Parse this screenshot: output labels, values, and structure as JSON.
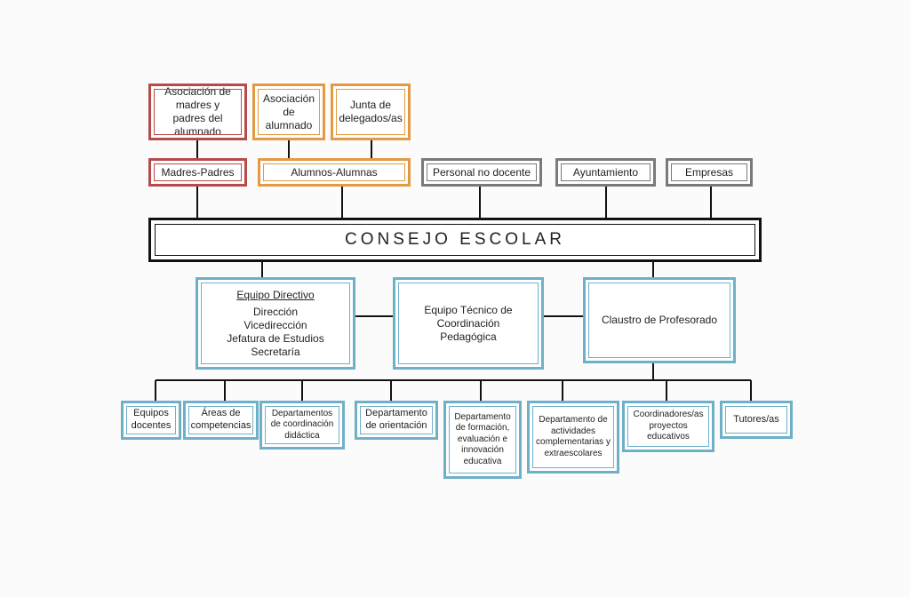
{
  "top_groups": {
    "asoc_madres": "Asociación de madres y padres del alumnado",
    "asoc_alumnado": "Asociación de alumnado",
    "junta": "Junta de delegados/as"
  },
  "sectors": {
    "madres_padres": "Madres-Padres",
    "alumnos": "Alumnos-Alumnas",
    "personal": "Personal no docente",
    "ayuntamiento": "Ayuntamiento",
    "empresas": "Empresas"
  },
  "consejo": "CONSEJO ESCOLAR",
  "middle": {
    "equipo_directivo_title": "Equipo Directivo",
    "equipo_directivo_items": [
      "Dirección",
      "Vicedirección",
      "Jefatura de Estudios",
      "Secretaría"
    ],
    "equipo_tecnico": "Equipo Técnico de Coordinación Pedagógica",
    "claustro": "Claustro de Profesorado"
  },
  "bottom": [
    "Equipos docentes",
    "Áreas de competencias",
    "Departamentos de coordinación didáctica",
    "Departamento de orientación",
    "Departamento de formación, evaluación e innovación educativa",
    "Departamento de actividades complementarias y extraescolares",
    "Coordinadores/as proyectos educativos",
    "Tutores/as"
  ],
  "colors": {
    "family": "#b84a4a",
    "students": "#e39a43",
    "external": "#7a7a7a",
    "staff": "#6fb0c9",
    "council": "#111111"
  }
}
